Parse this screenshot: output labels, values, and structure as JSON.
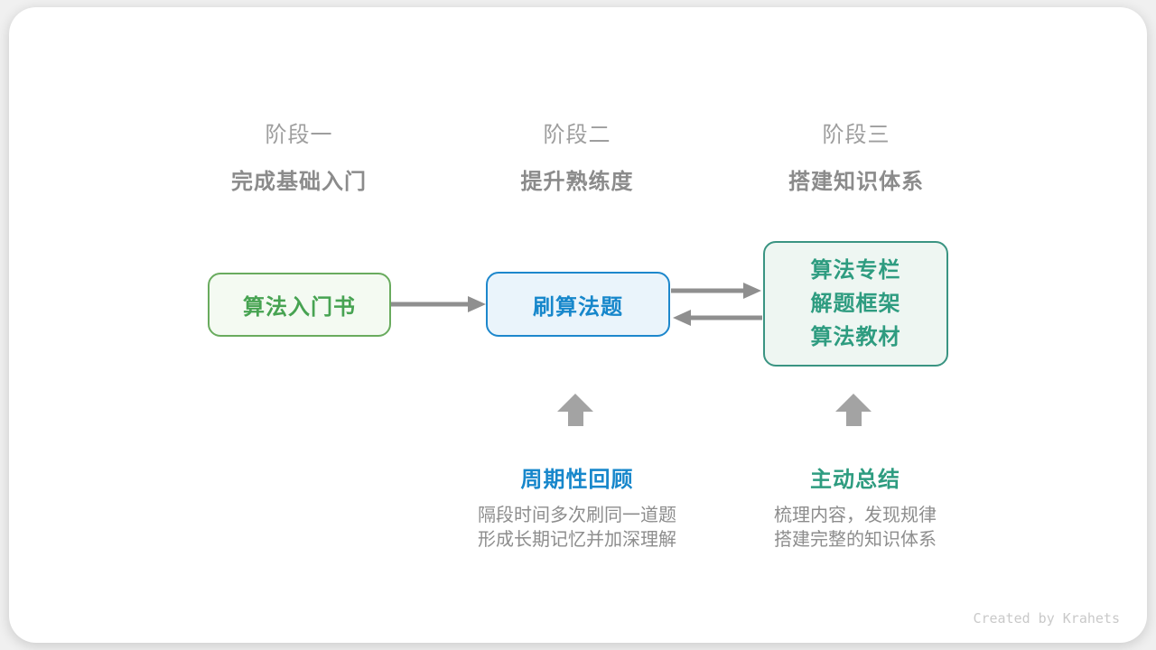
{
  "colors": {
    "page_bg": "#f0f0f0",
    "card_bg": "#ffffff",
    "stage_label": "#9e9e9e",
    "stage_subtitle": "#8b8b8b",
    "desc": "#8d8d8d",
    "credit": "#c9c9c9",
    "green_border": "#69ab5e",
    "green_text": "#47a352",
    "green_bg": "#f4faf2",
    "blue_border": "#1d87cc",
    "blue_text": "#1787cb",
    "blue_bg": "#eaf4fb",
    "teal_border": "#3a9482",
    "teal_text": "#2e9c80",
    "teal_bg": "#eef6f2",
    "arrow": "#8f8f8f",
    "block_arrow": "#a3a3a3"
  },
  "stages": [
    {
      "label": "阶段一",
      "subtitle": "完成基础入门"
    },
    {
      "label": "阶段二",
      "subtitle": "提升熟练度"
    },
    {
      "label": "阶段三",
      "subtitle": "搭建知识体系"
    }
  ],
  "nodes": {
    "intro_book": {
      "label": "算法入门书"
    },
    "practice": {
      "label": "刷算法题"
    },
    "resources": {
      "lines": [
        "算法专栏",
        "解题框架",
        "算法教材"
      ]
    }
  },
  "annotations": [
    {
      "label": "周期性回顾",
      "desc_line1": "隔段时间多次刷同一道题",
      "desc_line2": "形成长期记忆并加深理解"
    },
    {
      "label": "主动总结",
      "desc_line1": "梳理内容，发现规律",
      "desc_line2": "搭建完整的知识体系"
    }
  ],
  "credit": "Created by Krahets"
}
